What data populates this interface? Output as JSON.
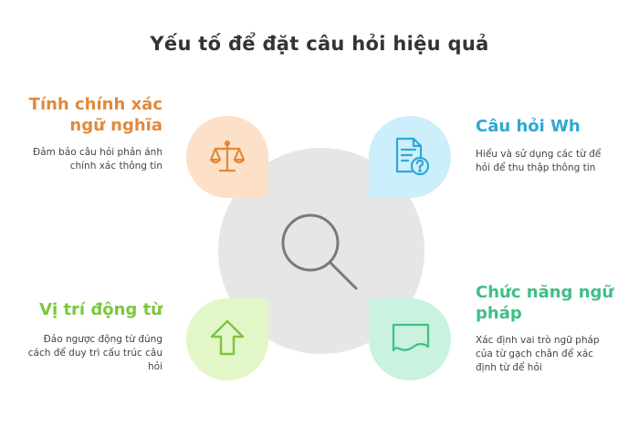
{
  "title": "Yếu tố để đặt câu hỏi hiệu quả",
  "items": [
    {
      "heading_line1": "Tính chính xác",
      "heading_line2": "ngữ nghĩa",
      "desc_line1": "Đảm bảo câu hỏi phản ánh",
      "desc_line2": "chính xác thông tin",
      "color": "#e08a3c",
      "bg": "#fde0c8",
      "icon": "scales-icon"
    },
    {
      "heading_line1": "Câu hỏi Wh",
      "desc_line1": "Hiểu và sử dụng các từ để",
      "desc_line2": "hỏi để thu thập thông tin",
      "color": "#2fa8d4",
      "bg": "#cdeefb",
      "icon": "document-question-icon"
    },
    {
      "heading_line1": "Vị trí động từ",
      "desc_line1": "Đảo ngược động từ đúng",
      "desc_line2": "cách để duy trì cấu trúc câu",
      "desc_line3": "hỏi",
      "color": "#7cc63e",
      "bg": "#e3f6c8",
      "icon": "arrow-up-icon"
    },
    {
      "heading_line1": "Chức năng ngữ",
      "heading_line2": "pháp",
      "desc_line1": "Xác định vai trò ngữ pháp",
      "desc_line2": "của từ gạch chân để xác",
      "desc_line3": "định từ để hỏi",
      "color": "#3fbf86",
      "bg": "#c9f2df",
      "icon": "flag-icon"
    }
  ],
  "center_icon": "magnifier-icon",
  "colors": {
    "center": "#e6e6e6",
    "icon_stroke_center": "#7a7a7a"
  }
}
